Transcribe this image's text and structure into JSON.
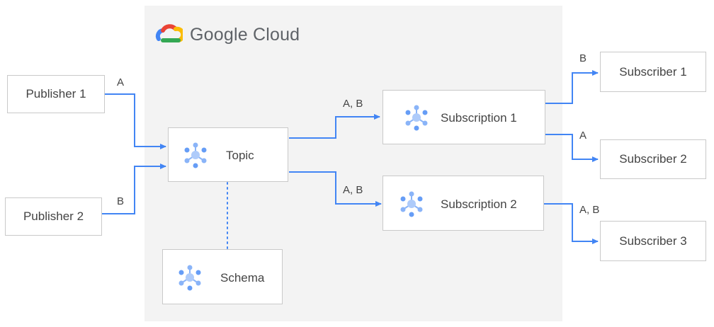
{
  "brand": {
    "name": "Google Cloud"
  },
  "nodes": {
    "publisher_1": "Publisher 1",
    "publisher_2": "Publisher 2",
    "topic": "Topic",
    "schema": "Schema",
    "subscription_1": "Subscription 1",
    "subscription_2": "Subscription 2",
    "subscriber_1": "Subscriber 1",
    "subscriber_2": "Subscriber 2",
    "subscriber_3": "Subscriber 3"
  },
  "edge_labels": {
    "publisher_1_to_topic": "A",
    "publisher_2_to_topic": "B",
    "topic_to_subscription_1": "A, B",
    "topic_to_subscription_2": "A, B",
    "subscription_1_to_subscriber_1": "B",
    "subscription_1_to_subscriber_2": "A",
    "subscription_2_to_subscriber_3": "A, B"
  },
  "colors": {
    "arrow": "#4285f4",
    "icon_light": "#aecbfa",
    "icon_mid": "#8ab4f8",
    "icon_dark": "#669df6"
  }
}
